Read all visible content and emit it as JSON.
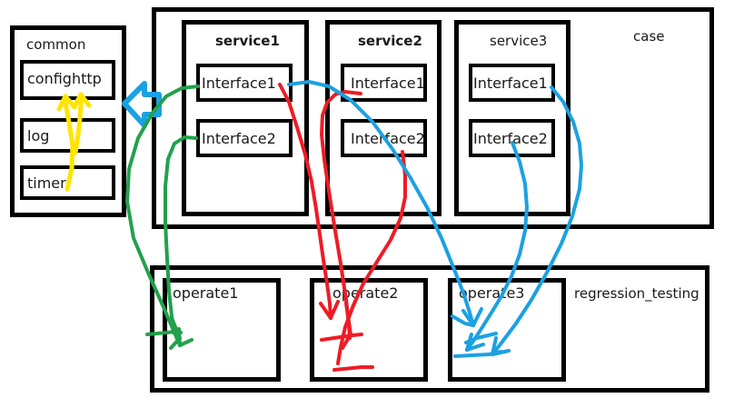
{
  "diagram": {
    "title": "architecture-layers",
    "colors": {
      "box_border": "#000000",
      "text": "#1a1a1a",
      "arrow_green": "#22a14b",
      "arrow_red": "#ee1c25",
      "arrow_blue": "#1ba1e2",
      "arrow_yellow": "#ffe500",
      "background": "#ffffff"
    },
    "containers": [
      {
        "id": "common",
        "label": "common",
        "children": [
          {
            "id": "confighttp",
            "label": "confighttp"
          },
          {
            "id": "log",
            "label": "log"
          },
          {
            "id": "timer",
            "label": "timer"
          }
        ]
      },
      {
        "id": "case",
        "label": "case",
        "children": [
          {
            "id": "service1",
            "label": "service1",
            "bold": true,
            "children": [
              {
                "id": "service1-interface1",
                "label": "Interface1"
              },
              {
                "id": "service1-interface2",
                "label": "Interface2"
              }
            ]
          },
          {
            "id": "service2",
            "label": "service2",
            "bold": true,
            "children": [
              {
                "id": "service2-interface1",
                "label": "Interface1"
              },
              {
                "id": "service2-interface2",
                "label": "Interface2"
              }
            ]
          },
          {
            "id": "service3",
            "label": "service3",
            "bold": false,
            "children": [
              {
                "id": "service3-interface1",
                "label": "Interface1"
              },
              {
                "id": "service3-interface2",
                "label": "Interface2"
              }
            ]
          }
        ]
      },
      {
        "id": "regression_testing",
        "label": "regression_testing",
        "children": [
          {
            "id": "operate1",
            "label": "operate1"
          },
          {
            "id": "operate2",
            "label": "operate2"
          },
          {
            "id": "operate3",
            "label": "operate3"
          }
        ]
      }
    ],
    "connectors": [
      {
        "id": "yellow-timer-to-confighttp",
        "color": "#ffe500",
        "from": "timer",
        "to": "confighttp"
      },
      {
        "id": "yellow-log-to-confighttp",
        "color": "#ffe500",
        "from": "log",
        "to": "confighttp"
      },
      {
        "id": "blue-block-arrow-to-common",
        "color": "#1ba1e2",
        "from": "case",
        "to": "common"
      },
      {
        "id": "green-service1-interface1-to-operate1",
        "color": "#22a14b",
        "from": "service1-interface1",
        "to": "operate1"
      },
      {
        "id": "green-service1-interface2-to-operate1",
        "color": "#22a14b",
        "from": "service1-interface2",
        "to": "operate1"
      },
      {
        "id": "red-service1-interface1-to-operate2",
        "color": "#ee1c25",
        "from": "service1-interface1",
        "to": "operate2"
      },
      {
        "id": "red-service2-interface1-to-operate2",
        "color": "#ee1c25",
        "from": "service2-interface1",
        "to": "operate2"
      },
      {
        "id": "red-service2-interface2-to-operate2",
        "color": "#ee1c25",
        "from": "service2-interface2",
        "to": "operate2"
      },
      {
        "id": "blue-service1-interface1-to-operate3",
        "color": "#1ba1e2",
        "from": "service1-interface1",
        "to": "operate3"
      },
      {
        "id": "blue-service3-interface1-to-operate3",
        "color": "#1ba1e2",
        "from": "service3-interface1",
        "to": "operate3"
      },
      {
        "id": "blue-service3-interface2-to-operate3",
        "color": "#1ba1e2",
        "from": "service3-interface2",
        "to": "operate3"
      }
    ]
  }
}
